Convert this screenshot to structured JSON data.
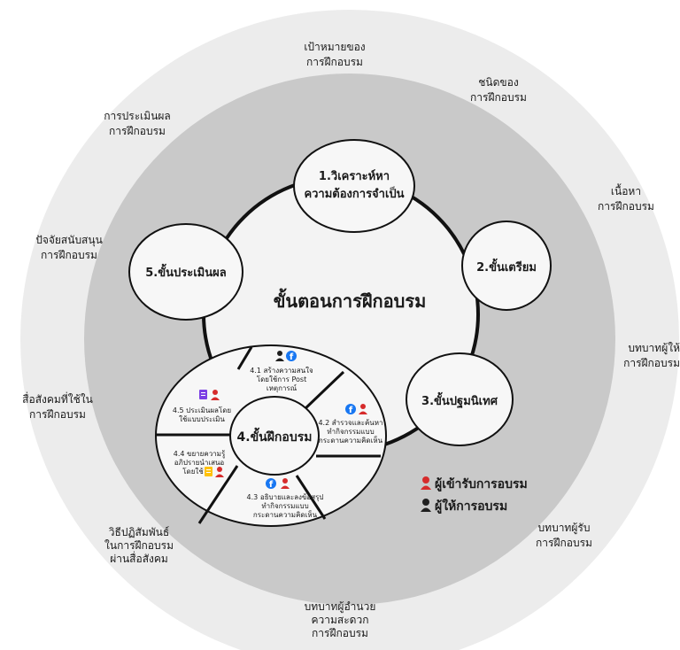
{
  "center_title": "ขั้นตอนการฝึกอบรม",
  "outer_topics": [
    [
      "เป้าหมายของ",
      "การฝึกอบรม"
    ],
    [
      "ชนิดของ",
      "การฝึกอบรม"
    ],
    [
      "เนื้อหา",
      "การฝึกอบรม"
    ],
    [
      "บทบาทผู้ให้",
      "การฝึกอบรม"
    ],
    [
      "บทบาทผู้รับ",
      "การฝึกอบรม"
    ],
    [
      "บทบาทผู้อำนวย",
      "ความสะดวก",
      "การฝึกอบรม"
    ],
    [
      "วิธีปฏิสัมพันธ์",
      "ในการฝึกอบรม",
      "ผ่านสื่อสังคม"
    ],
    [
      "สื่อสังคมที่ใช้ใน",
      "การฝึกอบรม"
    ],
    [
      "ปัจจัยสนับสนุน",
      "การฝึกอบรม"
    ],
    [
      "การประเมินผล",
      "การฝึกอบรม"
    ]
  ],
  "steps": [
    [
      "1.วิเคราะห์หา",
      "ความต้องการจำเป็น"
    ],
    [
      "2.ขั้นเตรียม"
    ],
    [
      "3.ขั้นปฐมนิเทศ"
    ],
    [
      "4.ขั้นฝึกอบรม"
    ],
    [
      "5.ขั้นประเมินผล"
    ]
  ],
  "substeps": [
    [
      "4.1 สร้างความสนใจ",
      "โดยใช้การ Post",
      "เหตุการณ์"
    ],
    [
      "4.2 สำรวจและค้นหา",
      "ทำกิจกรรมแบบ",
      "กระดานความคิดเห็น"
    ],
    [
      "4.3 อธิบายและลงข้อสรุป",
      "ทำกิจกรรมแบบ",
      "กระดานความคิดเห็น"
    ],
    [
      "4.4 ขยายความรู้",
      "อภิปรายนำเสนอ",
      "โดยใช้"
    ],
    [
      "4.5 ประเมินผลโดย",
      "ใช้แบบประเมิน"
    ]
  ],
  "legend": {
    "trainee": "ผู้เข้ารับการอบรม",
    "trainer": "ผู้ให้การอบรม"
  },
  "colors": {
    "outer_ring": "#ececec",
    "middle_ring": "#c9c9c9",
    "inner_circle": "#f3f3f3",
    "trainee": "#d62b2b",
    "trainer": "#1f1f1f",
    "facebook": "#1877f2",
    "doc": "#ffc107",
    "form": "#7b3fe4"
  },
  "icons": [
    "person-icon-red",
    "person-icon-black",
    "facebook-icon",
    "document-icon",
    "form-icon"
  ]
}
